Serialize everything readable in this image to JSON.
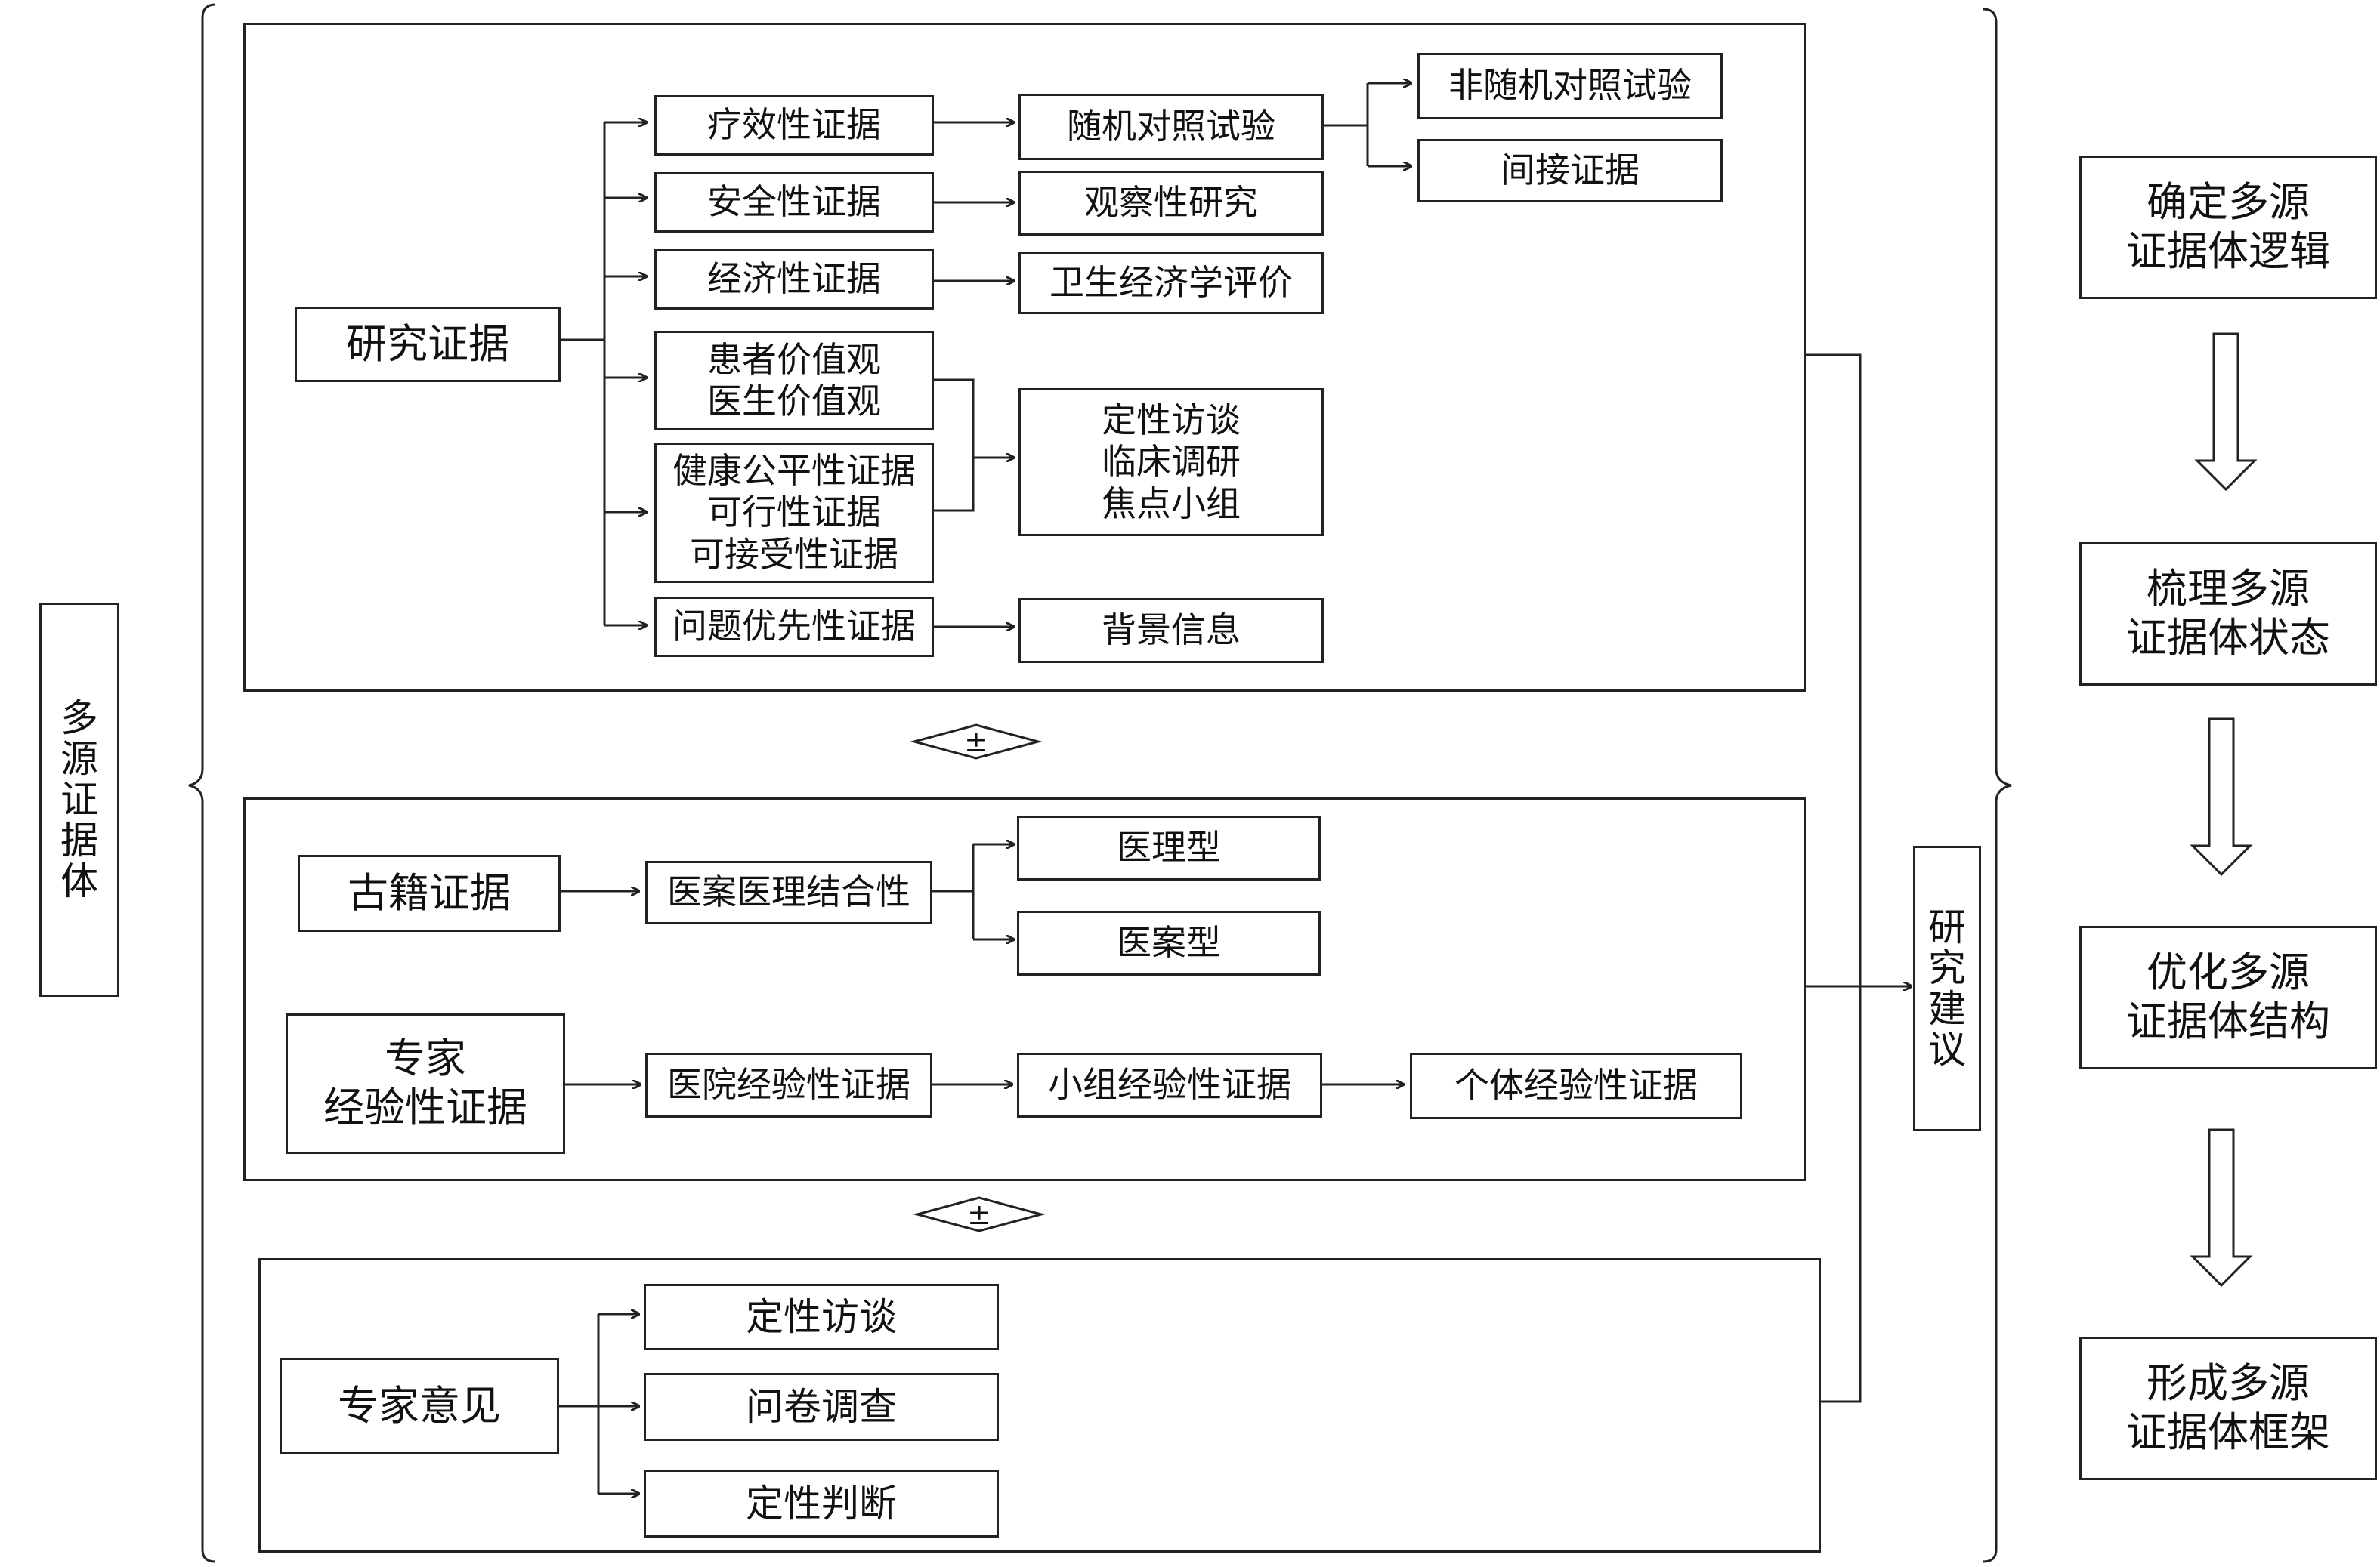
{
  "left_label": [
    "多",
    "源",
    "证",
    "据",
    "体"
  ],
  "right_label": [
    "研",
    "究",
    "建",
    "议"
  ],
  "operator_symbol": "±",
  "research": {
    "root": "研究证据",
    "efficacy": "疗效性证据",
    "safety": "安全性证据",
    "economic": "经济性证据",
    "values": [
      "患者价值观",
      "医生价值观"
    ],
    "equity": [
      "健康公平性证据",
      "可行性证据",
      "可接受性证据"
    ],
    "priority": "问题优先性证据",
    "rct": "随机对照试验",
    "observational": "观察性研究",
    "health_econ": "卫生经济学评价",
    "qualitative": [
      "定性访谈",
      "临床调研",
      "焦点小组"
    ],
    "background": "背景信息",
    "non_rct": "非随机对照试验",
    "indirect": "间接证据"
  },
  "classic_expert": {
    "classic_root": "古籍证据",
    "case_theory": "医案医理结合性",
    "theory_type": "医理型",
    "case_type": "医案型",
    "expert_root": [
      "专家",
      "经验性证据"
    ],
    "hospital": "医院经验性证据",
    "group": "小组经验性证据",
    "individual": "个体经验性证据"
  },
  "opinion": {
    "root": "专家意见",
    "interview": "定性访谈",
    "questionnaire": "问卷调查",
    "judgment": "定性判断"
  },
  "steps": [
    [
      "确定多源",
      "证据体逻辑"
    ],
    [
      "梳理多源",
      "证据体状态"
    ],
    [
      "优化多源",
      "证据体结构"
    ],
    [
      "形成多源",
      "证据体框架"
    ]
  ]
}
